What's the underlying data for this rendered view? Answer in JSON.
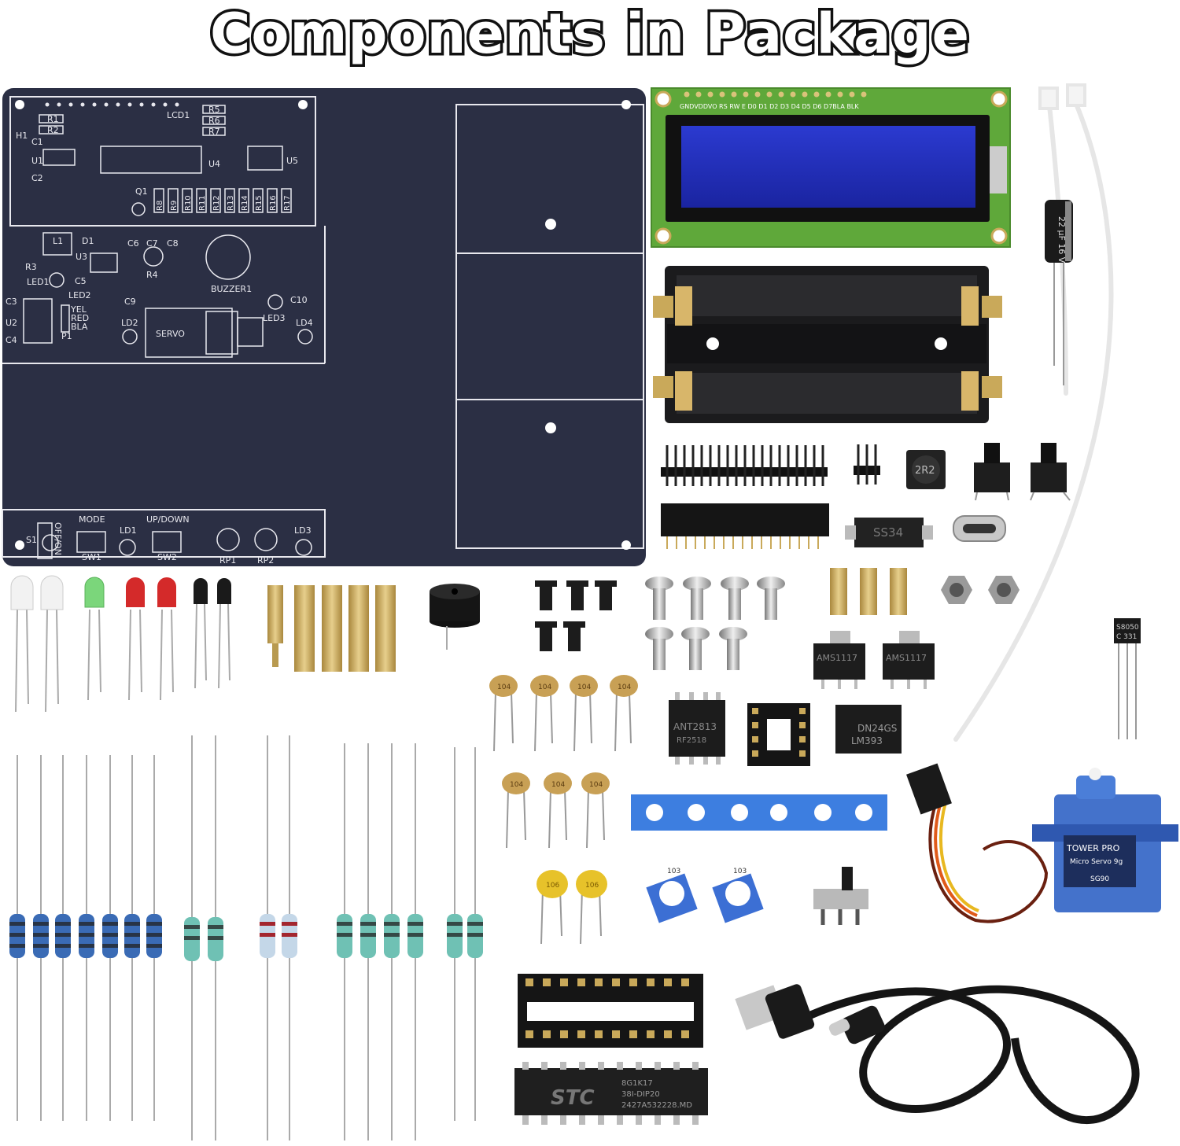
{
  "title": "Components in Package",
  "pcb": {
    "labels": {
      "r1": "R1",
      "r2": "R2",
      "c1": "C1",
      "c2": "C2",
      "h1": "H1",
      "u1": "U1",
      "lcd1": "LCD1",
      "r5": "R5",
      "r6": "R6",
      "r7": "R7",
      "u4": "U4",
      "u5": "U5",
      "q1": "Q1",
      "rrow": [
        "R8",
        "R9",
        "R10",
        "R11",
        "R12",
        "R13",
        "R14",
        "R15",
        "R16",
        "R17"
      ],
      "l1": "L1",
      "d1": "D1",
      "c6": "C6",
      "c7": "C7",
      "c8": "C8",
      "r3": "R3",
      "u3": "U3",
      "led1": "LED1",
      "c5": "C5",
      "r4": "R4",
      "buzzer1": "BUZZER1",
      "c3": "C3",
      "c4": "C4",
      "u2": "U2",
      "led2": "LED2",
      "yel": "YEL",
      "red": "RED",
      "bla": "BLA",
      "p1": "P1",
      "c9": "C9",
      "ld2": "LD2",
      "servo": "SERVO",
      "c10": "C10",
      "ld3": "LED3",
      "ld4": "LD4",
      "mode": "MODE",
      "updown": "UP/DOWN",
      "s1": "S1",
      "offon": "OFF/ON",
      "ld1b": "LD1",
      "sw1": "SW1",
      "sw2": "SW2",
      "rp1": "RP1",
      "rp2": "RP2",
      "ld3b": "LD3"
    }
  },
  "lcd": {
    "pins": "GNDVDDVO RS RW  E  D0  D1  D2  D3  D4  D5  D6  D7BLA BLK"
  },
  "parts": {
    "inductor": "2R2",
    "diode": "SS34",
    "cap_large": "22 μF 16 V",
    "reg1": "AMS1117",
    "reg2": "AMS1117",
    "transistor_a": "S8050",
    "transistor_b": "C 331",
    "chip_ant": "ANT2813",
    "chip_ant_b": "RF2518",
    "chip_lm": "DN24GS",
    "chip_lm_b": "LM393",
    "ceramic": "104",
    "yellow_cap": "106",
    "pot": "103",
    "servo_brand": "TOWER PRO",
    "servo_model": "Micro Servo 9g",
    "servo_sg": "SG90",
    "mcu_brand": "STC",
    "mcu_a": "8G1K17",
    "mcu_b": "38I-DIP20",
    "mcu_c": "2427A532228.MD"
  },
  "colors": {
    "pcb": "#2b2f44",
    "lcd_pcb": "#5fa83a",
    "lcd_screen": "#2432b8",
    "brass": "#c9a95a"
  }
}
